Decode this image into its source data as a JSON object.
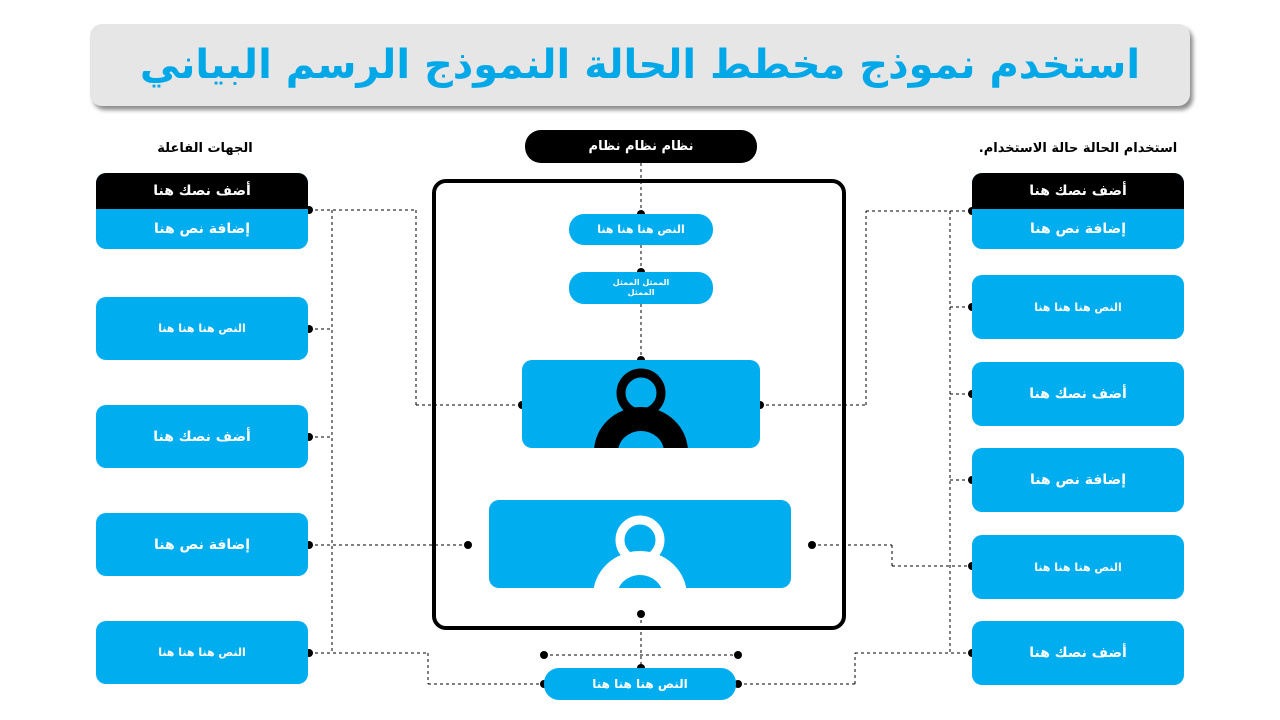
{
  "title": "استخدم نموذج مخطط الحالة النموذج الرسم البياني",
  "left_heading": "الجهات الفاعلة",
  "right_heading": "استخدام الحالة حالة الاستخدام.",
  "system_label": "نظام نظام نظام",
  "colors": {
    "accent": "#00aeef",
    "title_color": "#00a8e8",
    "dark": "#000000",
    "title_bar": "#e6e6e6"
  },
  "left_boxes": [
    {
      "header": "أضف نصك هنا",
      "body": "إضافة نص هنا"
    },
    {
      "body": "النص هنا هنا هنا"
    },
    {
      "body": "أضف نصك هنا"
    },
    {
      "body": "إضافة نص هنا"
    },
    {
      "body": "النص هنا هنا هنا"
    }
  ],
  "right_boxes": [
    {
      "header": "أضف نصك هنا",
      "body": "إضافة نص هنا"
    },
    {
      "body": "النص هنا هنا هنا"
    },
    {
      "body": "أضف نصك هنا"
    },
    {
      "body": "إضافة نص هنا"
    },
    {
      "body": "النص هنا هنا هنا"
    },
    {
      "body": "أضف نصك هنا"
    }
  ],
  "center": {
    "top_pill": "النص هنا هنا هنا",
    "actor_pill_line1": "الممثل الممثل",
    "actor_pill_line2": "الممثل",
    "bottom_pill": "النص هنا هنا هنا",
    "actor_icons": [
      "person-icon-black",
      "person-icon-white"
    ]
  }
}
